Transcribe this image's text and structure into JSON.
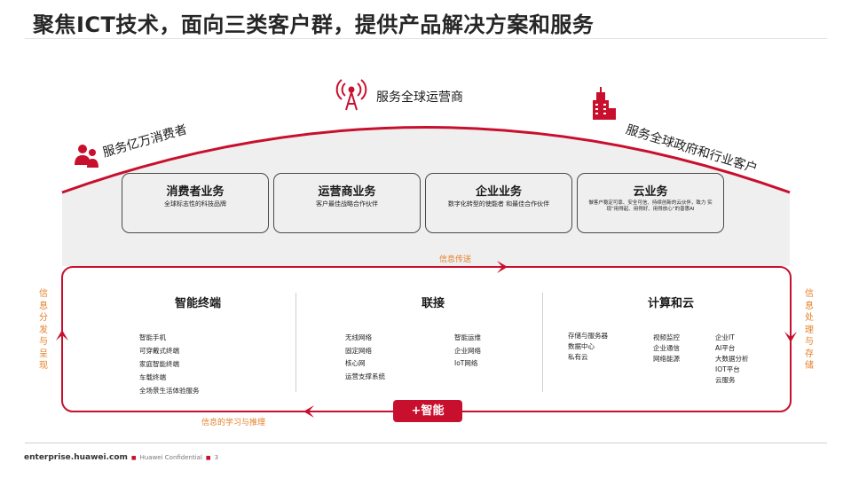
{
  "title": "聚焦ICT技术，面向三类客户群，提供产品解决方案和服务",
  "customers": {
    "consumers": "服务亿万消费者",
    "operators": "服务全球运营商",
    "enterprise": "服务全球政府和行业客户"
  },
  "businesses": [
    {
      "title": "消费者业务",
      "subtitle": "全球标志性的科技品牌"
    },
    {
      "title": "运营商业务",
      "subtitle": "客户最佳战略合作伙伴"
    },
    {
      "title": "企业业务",
      "subtitle": "数字化转型的使能者 和最佳合作伙伴"
    },
    {
      "title": "云业务",
      "subtitle": "做客户稳定可靠、安全可信、持续创新的云伙伴，致力 实现“用得起、用得好、用得放心”的普惠AI"
    }
  ],
  "flow": {
    "top": "信息传送",
    "bottom": "信息的学习与推理",
    "left": [
      "信",
      "息",
      "分",
      "发",
      "与",
      "呈",
      "现"
    ],
    "right": [
      "信",
      "息",
      "处",
      "理",
      "与",
      "存",
      "储"
    ]
  },
  "columns": {
    "terminal": {
      "title": "智能终端",
      "items": [
        "智能手机",
        "可穿戴式终端",
        "家庭智能终端",
        "车载终端",
        "全场景生活体验服务"
      ]
    },
    "connect": {
      "title": "联接",
      "items_a": [
        "无线网络",
        "固定网络",
        "核心网",
        "运营支撑系统"
      ],
      "items_b": [
        "智能运维",
        "企业网络",
        "IoT网络"
      ]
    },
    "cloud": {
      "title": "计算和云",
      "items_a": [
        "存储与服务器",
        "数据中心",
        "私有云"
      ],
      "items_b": [
        "视频监控",
        "企业通信",
        "网络能源"
      ],
      "items_c": [
        "企业IT",
        "AI平台",
        "大数据分析",
        "IOT平台",
        "云服务"
      ]
    }
  },
  "ai_label": "+智能",
  "footer": {
    "site": "enterprise.huawei.com",
    "confidential": "Huawei Confidential",
    "page": "3"
  },
  "colors": {
    "brand_red": "#c8102e",
    "flow_orange": "#e5802a"
  }
}
